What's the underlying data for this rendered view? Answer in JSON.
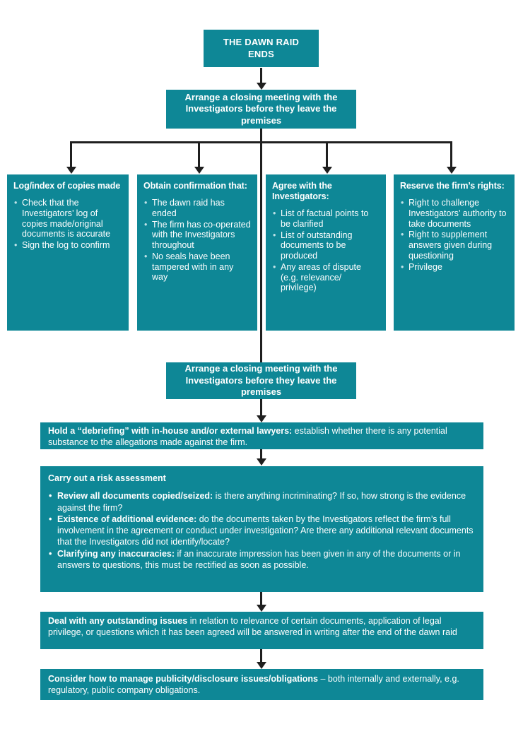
{
  "colors": {
    "node_teal": "#0e8796",
    "text_white": "#ffffff",
    "arrow_black": "#1f1f1f",
    "bullet_tint": "#bfe2e7"
  },
  "flow": {
    "start": {
      "label": "THE DAWN RAID ENDS"
    },
    "closing_meeting": {
      "label": "Arrange a closing meeting with the Investigators before they leave the premises"
    },
    "closing_meeting_repeat": {
      "label": "Arrange a closing meeting with the Investigators before they leave the premises"
    },
    "branches": [
      {
        "heading": "Log/index of copies made",
        "bullets": [
          "Check that the Investigators’ log of copies made/original documents is accurate",
          "Sign the log to confirm"
        ]
      },
      {
        "heading": "Obtain confirmation that:",
        "bullets": [
          "The dawn raid has ended",
          "The firm has co-operated with the Investigators throughout",
          "No seals have been tampered with in any way"
        ]
      },
      {
        "heading": "Agree with the Investigators:",
        "bullets": [
          "List of factual points to be clarified",
          "List of outstanding documents to be produced",
          "Any areas of dispute (e.g. relevance/ privilege)"
        ]
      },
      {
        "heading": "Reserve the firm’s rights:",
        "bullets": [
          "Right to challenge Investigators’ authority to take documents",
          "Right to supplement answers given during questioning",
          "Privilege"
        ]
      }
    ],
    "debriefing": {
      "lead": "Hold a “debriefing” with in-house and/or external lawyers:",
      "rest": " establish whether there is any potential substance to the allegations made against the firm."
    },
    "risk_assessment": {
      "heading": "Carry out a risk assessment",
      "bullets": [
        {
          "lead": "Review all documents copied/seized:",
          "rest": " is there anything incriminating? If so, how strong is the evidence against the firm?"
        },
        {
          "lead": "Existence of additional evidence:",
          "rest": " do the documents taken by the Investigators reflect the firm’s full involvement in the agreement or conduct under investigation? Are there any additional relevant documents that the Investigators did not identify/locate?"
        },
        {
          "lead": "Clarifying any inaccuracies:",
          "rest": " if an inaccurate impression has been given in any of the documents or in answers to questions, this must be rectified as soon as possible."
        }
      ]
    },
    "outstanding_issues": {
      "lead": "Deal with any outstanding issues",
      "rest": " in relation to relevance of certain documents, application of legal privilege, or questions which it has been agreed will be answered in writing after the end of the dawn raid"
    },
    "publicity": {
      "lead": "Consider how to manage publicity/disclosure issues/obligations",
      "rest": " – both internally and externally, e.g. regulatory, public company obligations."
    }
  }
}
